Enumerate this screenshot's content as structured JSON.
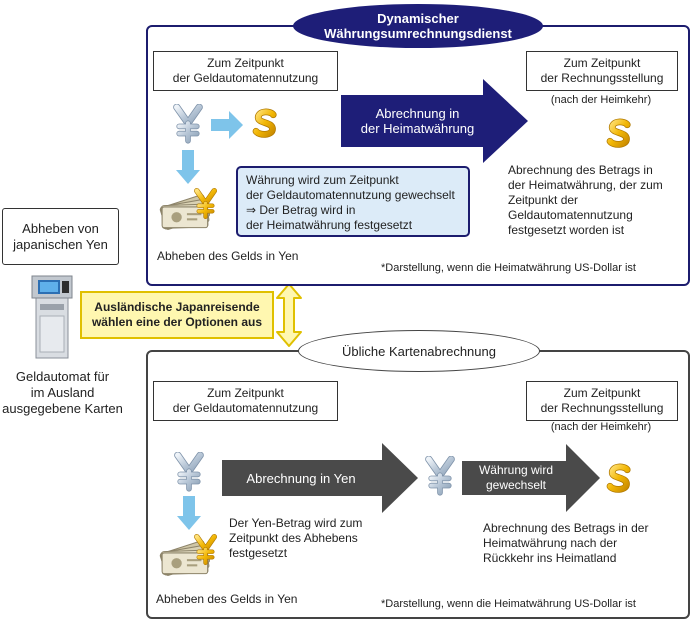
{
  "colors": {
    "navy": "#1e1e78",
    "dark_gray_arrow": "#4a4a4a",
    "light_blue": "#7ec4ea",
    "note_fill": "#dcebf8",
    "note_border": "#1c1c6e",
    "yellow_fill": "#fff7b0",
    "yellow_border": "#e0c000",
    "coin_gold": "#f2b705",
    "yen_silver": "#c6d3e0"
  },
  "icons": [
    "yen-icon",
    "dollar-icon",
    "banknotes-icon",
    "atm-icon",
    "arrow-right-icon",
    "arrow-down-icon",
    "double-arrow-vertical-icon"
  ],
  "left": {
    "withdraw_label": "Abheben von\njapanischen Yen",
    "options_label": "Ausländische Japanreisende\nwählen eine der Optionen aus",
    "atm_caption": "Geldautomat für\nim Ausland\nausgegebene Karten"
  },
  "dynamic": {
    "title": "Dynamischer\nWährungsumrechnungsdienst",
    "box_atm_time": "Zum Zeitpunkt\nder Geldautomatennutzung",
    "box_billing_time": "Zum Zeitpunkt\nder Rechnungsstellung",
    "after_return": "(nach der Heimkehr)",
    "arrow_label": "Abrechnung in\nder Heimatwährung",
    "note": "Währung wird zum Zeitpunkt\nder Geldautomatennutzung gewechselt\n⇒ Der Betrag wird in\nder Heimatwährung festgesetzt",
    "billing_desc": "Abrechnung des Betrags in\nder Heimatwährung, der zum\nZeitpunkt der\nGeldautomatennutzung\nfestgesetzt worden ist",
    "withdraw_caption": "Abheben des Gelds in Yen",
    "footnote": "*Darstellung, wenn die Heimatwährung US-Dollar ist"
  },
  "usual": {
    "title": "Übliche Kartenabrechnung",
    "box_atm_time": "Zum Zeitpunkt\nder Geldautomatennutzung",
    "box_billing_time": "Zum Zeitpunkt\nder Rechnungsstellung",
    "after_return": "(nach der Heimkehr)",
    "arrow1_label": "Abrechnung in Yen",
    "arrow2_label": "Währung wird\ngewechselt",
    "yen_fixed_desc": "Der Yen-Betrag wird zum\nZeitpunkt des Abhebens\nfestgesetzt",
    "billing_desc": "Abrechnung des Betrags in der\nHeimatwährung nach der\nRückkehr ins Heimatland",
    "withdraw_caption": "Abheben des Gelds in Yen",
    "footnote": "*Darstellung, wenn die Heimatwährung US-Dollar ist"
  }
}
